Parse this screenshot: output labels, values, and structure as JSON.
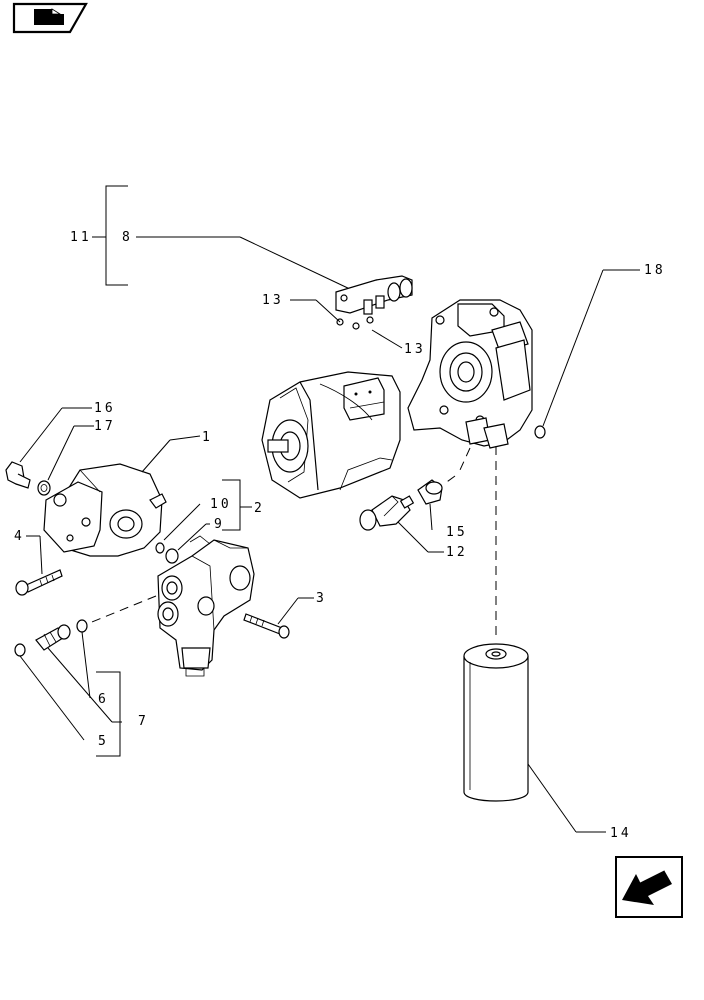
{
  "diagram": {
    "navigation": {
      "top_left_icon": "book-page-icon",
      "bottom_right_icon": "arrow-back-icon"
    },
    "callouts": [
      {
        "id": "c1",
        "text": "1"
      },
      {
        "id": "c2",
        "text": "2"
      },
      {
        "id": "c3",
        "text": "3"
      },
      {
        "id": "c4",
        "text": "4"
      },
      {
        "id": "c5",
        "text": "5"
      },
      {
        "id": "c6",
        "text": "6"
      },
      {
        "id": "c7",
        "text": "7"
      },
      {
        "id": "c8",
        "text": "8"
      },
      {
        "id": "c9",
        "text": "9"
      },
      {
        "id": "c10",
        "text": "10"
      },
      {
        "id": "c11",
        "text": "11"
      },
      {
        "id": "c12",
        "text": "12"
      },
      {
        "id": "c13a",
        "text": "13"
      },
      {
        "id": "c13b",
        "text": "13"
      },
      {
        "id": "c14",
        "text": "14"
      },
      {
        "id": "c15",
        "text": "15"
      },
      {
        "id": "c16",
        "text": "16"
      },
      {
        "id": "c17",
        "text": "17"
      },
      {
        "id": "c18",
        "text": "18"
      }
    ]
  }
}
